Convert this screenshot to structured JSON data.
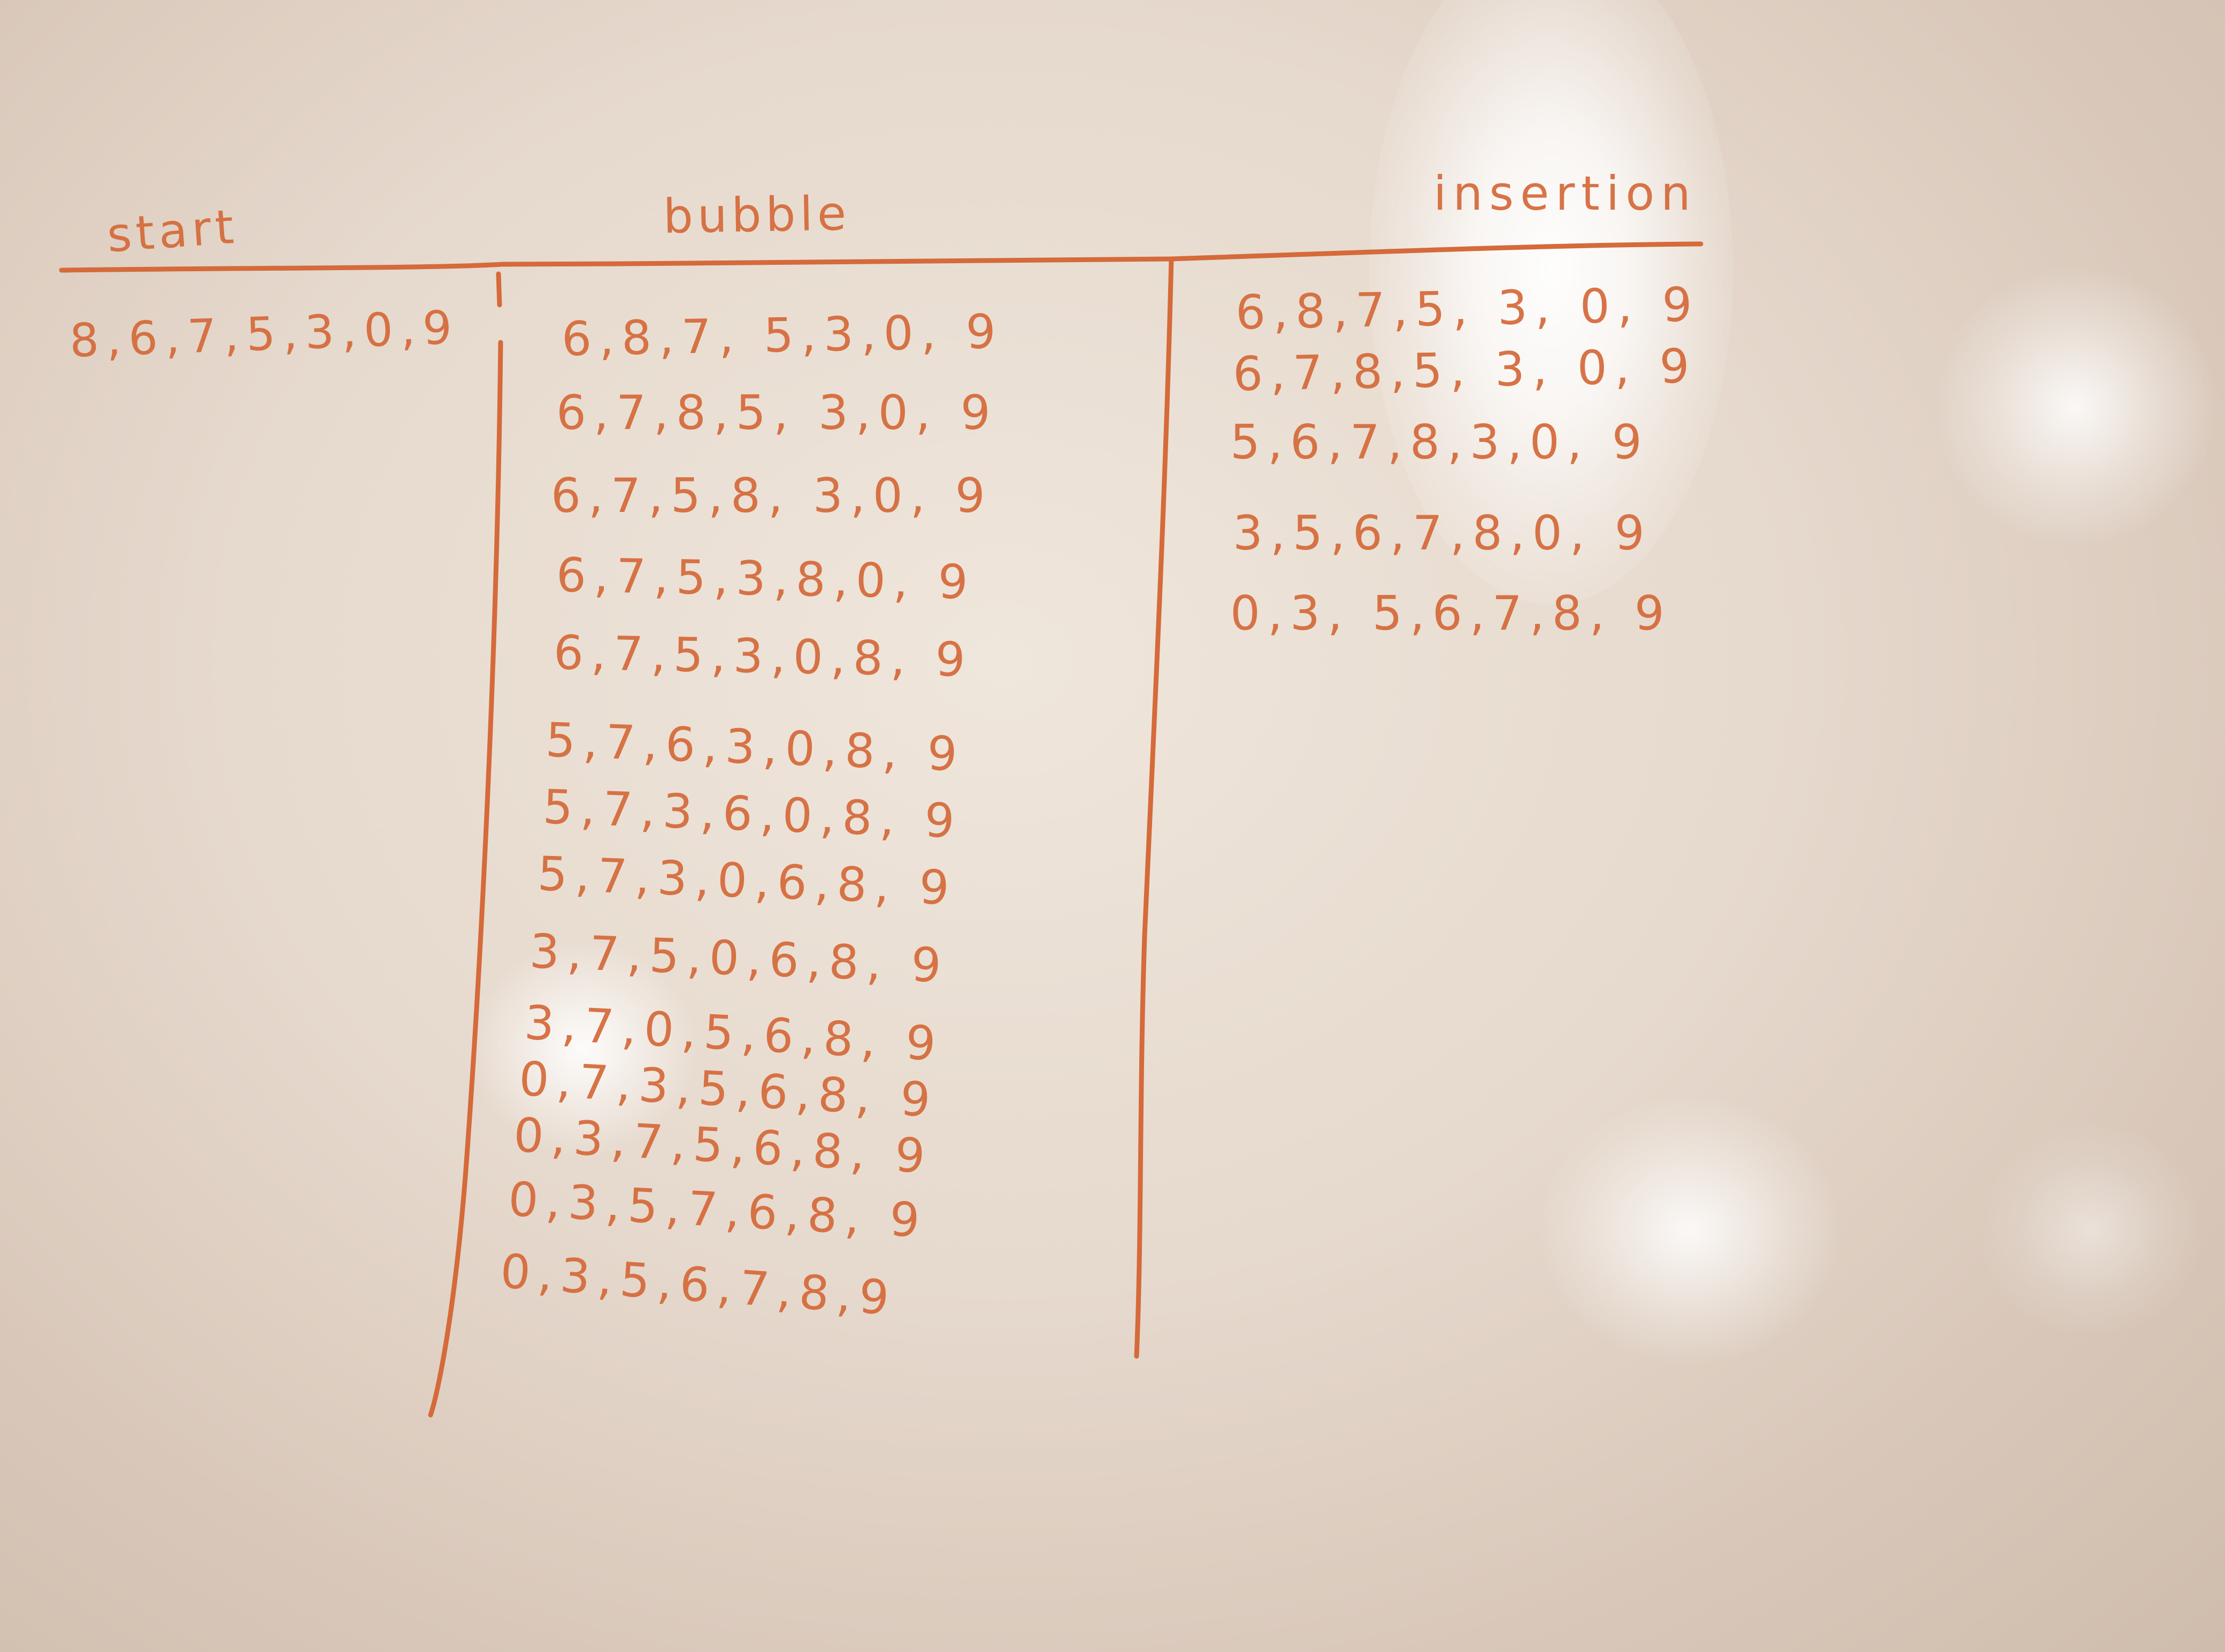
{
  "headers": {
    "start": "start",
    "bubble": "bubble",
    "insertion": "insertion"
  },
  "start_row": "8,6,7,5,3,0,9",
  "bubble_rows": [
    "6,8,7, 5,3,0, 9",
    "6,7,8,5, 3,0, 9",
    "6,7,5,8, 3,0, 9",
    "6,7,5,3,8,0, 9",
    "6,7,5,3,0,8, 9",
    "5,7,6,3,0,8, 9",
    "5,7,3,6,0,8, 9",
    "5,7,3,0,6,8, 9",
    "3,7,5,0,6,8, 9",
    "3,7,0,5,6,8, 9",
    "0,7,3,5,6,8, 9",
    "0,3,7,5,6,8, 9",
    "0,3,5,7,6,8, 9",
    "0,3,5,6,7,8,9"
  ],
  "insertion_rows": [
    "6,8,7,5, 3, 0, 9",
    "6,7,8,5, 3, 0, 9",
    "5,6,7,8,3,0, 9",
    "3,5,6,7,8,0, 9",
    "0,3, 5,6,7,8, 9"
  ],
  "colors": {
    "ink": "#d56a3a",
    "board": "#e9ddd2"
  }
}
